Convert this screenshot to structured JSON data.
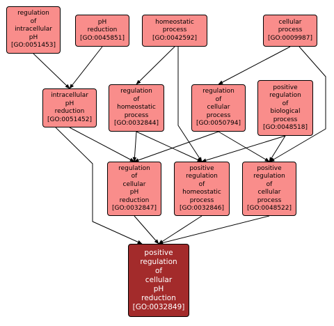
{
  "colors": {
    "node_fill": "#f98d8b",
    "focus_fill": "#a32b2b",
    "edge": "#000000"
  },
  "nodes": [
    {
      "id": "GO:0051453",
      "lines": [
        "regulation",
        "of",
        "intracellular",
        "pH",
        "[GO:0051453]"
      ]
    },
    {
      "id": "GO:0045851",
      "lines": [
        "pH",
        "reduction",
        "[GO:0045851]"
      ]
    },
    {
      "id": "GO:0042592",
      "lines": [
        "homeostatic",
        "process",
        "[GO:0042592]"
      ]
    },
    {
      "id": "GO:0009987",
      "lines": [
        "cellular",
        "process",
        "[GO:0009987]"
      ]
    },
    {
      "id": "GO:0051452",
      "lines": [
        "intracellular",
        "pH",
        "reduction",
        "[GO:0051452]"
      ]
    },
    {
      "id": "GO:0032844",
      "lines": [
        "regulation",
        "of",
        "homeostatic",
        "process",
        "[GO:0032844]"
      ]
    },
    {
      "id": "GO:0050794",
      "lines": [
        "regulation",
        "of",
        "cellular",
        "process",
        "[GO:0050794]"
      ]
    },
    {
      "id": "GO:0048518",
      "lines": [
        "positive",
        "regulation",
        "of",
        "biological",
        "process",
        "[GO:0048518]"
      ]
    },
    {
      "id": "GO:0032847",
      "lines": [
        "regulation",
        "of",
        "cellular",
        "pH",
        "reduction",
        "[GO:0032847]"
      ]
    },
    {
      "id": "GO:0032846",
      "lines": [
        "positive",
        "regulation",
        "of",
        "homeostatic",
        "process",
        "[GO:0032846]"
      ]
    },
    {
      "id": "GO:0048522",
      "lines": [
        "positive",
        "regulation",
        "of",
        "cellular",
        "process",
        "[GO:0048522]"
      ]
    },
    {
      "id": "GO:0032849",
      "lines": [
        "positive",
        "regulation",
        "of",
        "cellular",
        "pH",
        "reduction",
        "[GO:0032849]"
      ],
      "focus": true
    }
  ],
  "edges": [
    [
      "GO:0051453",
      "GO:0051452"
    ],
    [
      "GO:0045851",
      "GO:0051452"
    ],
    [
      "GO:0042592",
      "GO:0032844"
    ],
    [
      "GO:0042592",
      "GO:0032846"
    ],
    [
      "GO:0009987",
      "GO:0050794"
    ],
    [
      "GO:0009987",
      "GO:0048522"
    ],
    [
      "GO:0051452",
      "GO:0032847"
    ],
    [
      "GO:0051452",
      "GO:0032849"
    ],
    [
      "GO:0032844",
      "GO:0032847"
    ],
    [
      "GO:0032844",
      "GO:0032846"
    ],
    [
      "GO:0050794",
      "GO:0032847"
    ],
    [
      "GO:0050794",
      "GO:0048522"
    ],
    [
      "GO:0048518",
      "GO:0032846"
    ],
    [
      "GO:0048518",
      "GO:0048522"
    ],
    [
      "GO:0032847",
      "GO:0032849"
    ],
    [
      "GO:0032846",
      "GO:0032849"
    ],
    [
      "GO:0048522",
      "GO:0032849"
    ]
  ]
}
